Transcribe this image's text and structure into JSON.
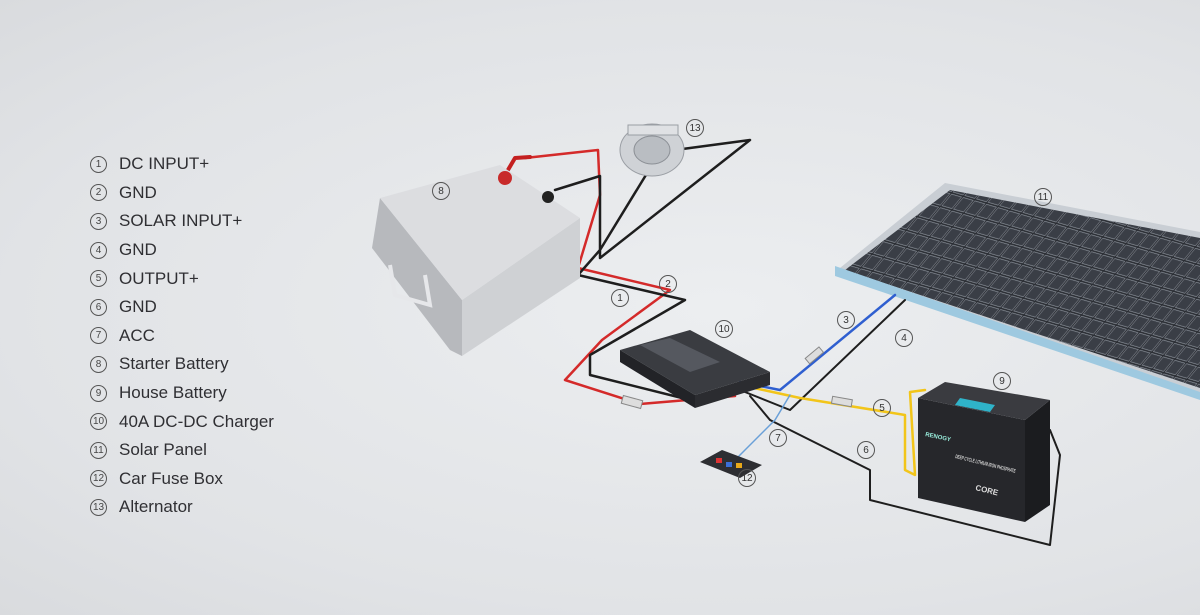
{
  "legend": [
    {
      "num": "1",
      "label": "DC INPUT+"
    },
    {
      "num": "2",
      "label": "GND"
    },
    {
      "num": "3",
      "label": "SOLAR INPUT+"
    },
    {
      "num": "4",
      "label": "GND"
    },
    {
      "num": "5",
      "label": "OUTPUT+"
    },
    {
      "num": "6",
      "label": "GND"
    },
    {
      "num": "7",
      "label": "ACC"
    },
    {
      "num": "8",
      "label": "Starter Battery"
    },
    {
      "num": "9",
      "label": "House Battery"
    },
    {
      "num": "10",
      "label": "40A DC-DC Charger"
    },
    {
      "num": "11",
      "label": "Solar Panel"
    },
    {
      "num": "12",
      "label": "Car Fuse Box"
    },
    {
      "num": "13",
      "label": "Alternator"
    }
  ],
  "house_battery": {
    "brand": "RENOGY",
    "type": "DEEP CYCLE LITHIUM IRON PHOSPHATE",
    "series": "CORE"
  },
  "colors": {
    "positive": "#d42a2a",
    "ground": "#1e1e1e",
    "solar": "#2f5fd0",
    "output": "#f2c51a",
    "acc": "#6aa0d8"
  }
}
